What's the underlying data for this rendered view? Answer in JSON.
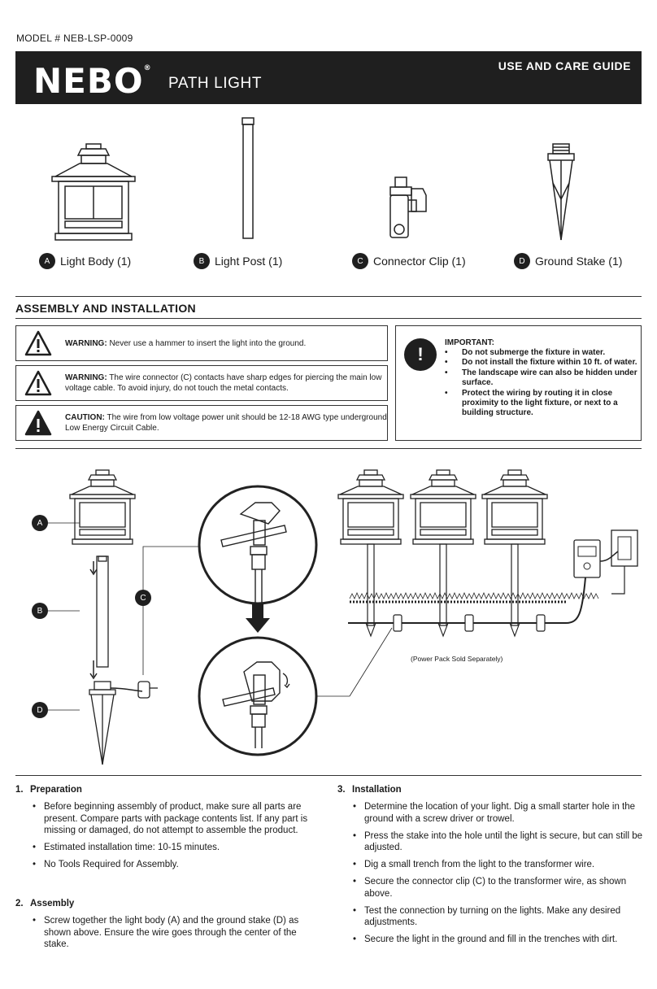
{
  "header": {
    "model": "MODEL # NEB-LSP-0009",
    "brand": "NEBO",
    "brand_mark": "®",
    "product": "PATH LIGHT",
    "guide": "USE AND CARE GUIDE"
  },
  "parts": [
    {
      "letter": "A",
      "label": "Light Body (1)",
      "icon": "lantern-icon"
    },
    {
      "letter": "B",
      "label": "Light Post (1)",
      "icon": "post-icon"
    },
    {
      "letter": "C",
      "label": "Connector Clip (1)",
      "icon": "connector-clip-icon"
    },
    {
      "letter": "D",
      "label": "Ground Stake (1)",
      "icon": "ground-stake-icon"
    }
  ],
  "section": {
    "title": "ASSEMBLY AND INSTALLATION"
  },
  "warnings": [
    {
      "lead": "WARNING:",
      "text": " Never use a hammer to insert the light into the ground."
    },
    {
      "lead": "WARNING:",
      "text": " The wire connector (C) contacts have sharp edges for piercing the main low voltage cable. To avoid injury, do not touch the metal contacts."
    },
    {
      "lead": "CAUTION:",
      "text": " The wire from low voltage power unit should be 12-18 AWG type underground Low Energy Circuit Cable."
    }
  ],
  "important": {
    "title": "IMPORTANT:",
    "items": [
      "Do not submerge the fixture in water.",
      "Do not install the fixture within 10 ft. of water.",
      "The landscape wire can also be hidden under surface.",
      "Protect the wiring by routing it in close proximity to the light fixture, or next to a building structure."
    ]
  },
  "diagram": {
    "labels": [
      "A",
      "B",
      "C",
      "D"
    ],
    "power_note": "(Power Pack Sold Separately)"
  },
  "steps": [
    {
      "num": "1.",
      "title": "Preparation",
      "items": [
        "Before beginning assembly of product, make sure all parts are present. Compare parts with package contents list. If any part is missing or damaged, do not attempt to assemble the product.",
        "Estimated installation time: 10-15 minutes.",
        "No Tools Required for Assembly."
      ]
    },
    {
      "num": "2.",
      "title": "Assembly",
      "items": [
        "Screw together the light body (A) and the ground stake (D) as shown above. Ensure the wire goes through the center of the stake."
      ]
    },
    {
      "num": "3.",
      "title": "Installation",
      "items": [
        "Determine the location of your light. Dig a small starter hole in the ground with a screw driver or trowel.",
        "Press the stake into the hole until the light is secure, but can still be adjusted.",
        "Dig a small trench from the light to the transformer wire.",
        "Secure the connector clip (C) to the transformer wire, as shown above.",
        "Test the connection by turning on the lights. Make any desired adjustments.",
        "Secure the light in the ground and fill in the trenches with dirt."
      ]
    }
  ]
}
